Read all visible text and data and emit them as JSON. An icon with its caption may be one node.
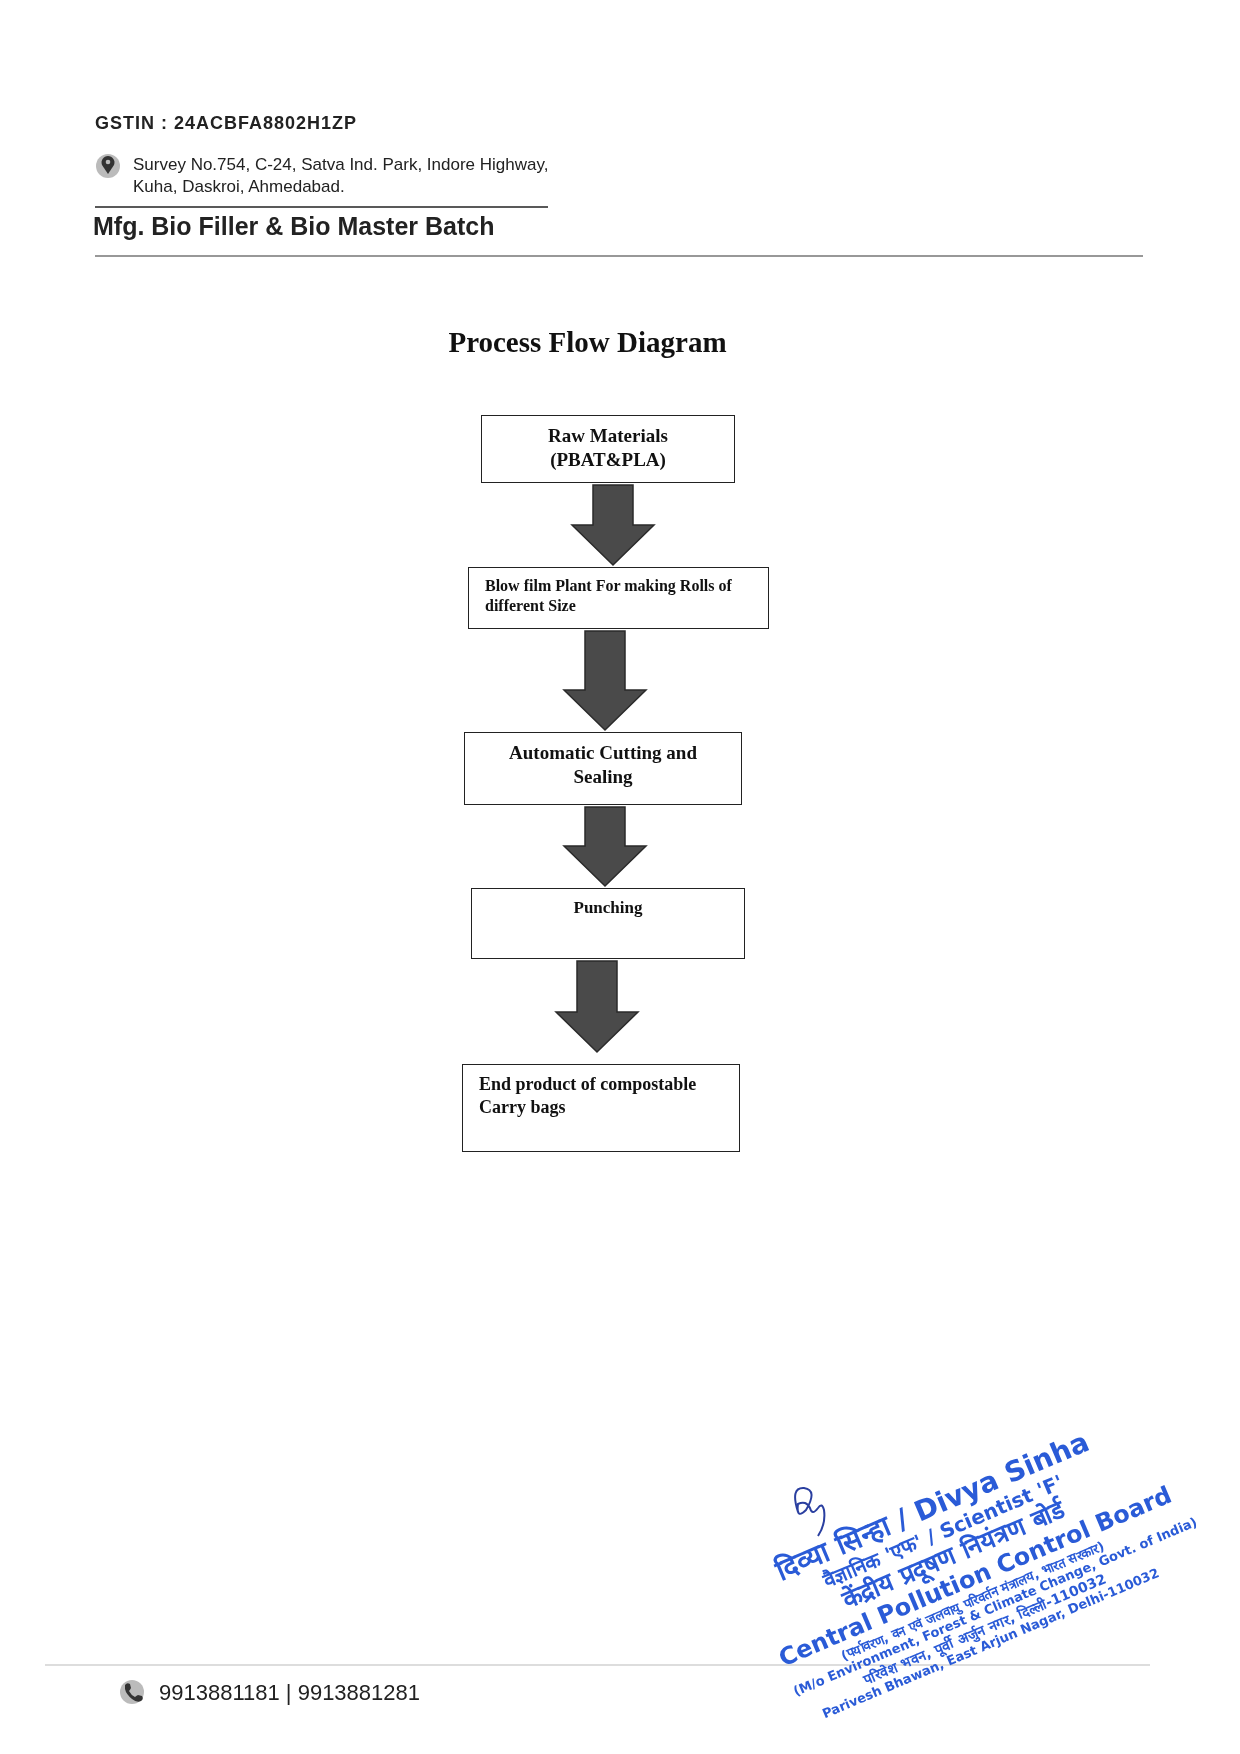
{
  "diagram": {
    "title": "Process Flow Diagram",
    "nodes": [
      {
        "text": [
          "Raw Materials (PBAT&PLA)"
        ]
      },
      {
        "text": [
          "Blow film Plant For making Rolls of different Size"
        ]
      },
      {
        "text": [
          "Automatic Cutting and Sealing"
        ]
      },
      {
        "text": [
          "Punching"
        ]
      },
      {
        "text": [
          "End product of compostable Carry bags"
        ]
      }
    ],
    "edges": [
      {
        "from": 0,
        "to": 1,
        "arrow": "to"
      },
      {
        "from": 1,
        "to": 2,
        "arrow": "to"
      },
      {
        "from": 2,
        "to": 3,
        "arrow": "to"
      },
      {
        "from": 3,
        "to": 4,
        "arrow": "to"
      }
    ],
    "labels": [
      "GSTIN : 24ACBFA8802H1ZP",
      "Survey No.754, C-24, Satva Ind. Park, Indore Highway, Kuha, Daskroi, Ahmedabad.",
      "Mfg. Bio Filler & Bio Master Batch",
      "दिव्या सिन्हा / Divya Sinha",
      "वैज्ञानिक 'एफ' / Scientist 'F'",
      "केंद्रीय प्रदूषण नियंत्रण बोर्ड",
      "Central Pollution Control Board",
      "(पर्यावरण, वन एवं जलवायु परिवर्तन मंत्रालय, भारत सरकार)",
      "(M/o Environment, Forest & Climate Change, Govt. of India)",
      "परिवेश भवन, पूर्वी अर्जुन नगर, दिल्ली-110032",
      "Parivesh Bhawan, East Arjun Nagar, Delhi-110032",
      "9913881181 | 9913881281"
    ]
  }
}
